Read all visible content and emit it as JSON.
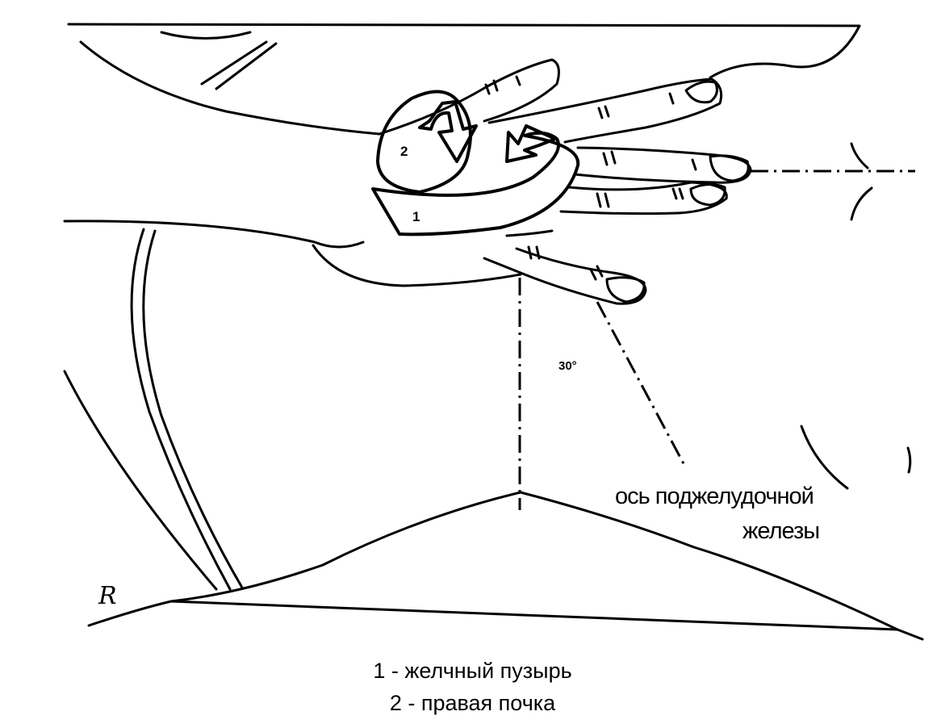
{
  "diagram": {
    "labels": {
      "gallbladder_number": "1",
      "kidney_number": "2",
      "angle": "30°",
      "axis_line1": "ось поджелудочной",
      "axis_line2": "железы",
      "signature": "R"
    },
    "legend": [
      {
        "text": "1 - желчный пузырь"
      },
      {
        "text": "2 - правая почка"
      }
    ]
  }
}
